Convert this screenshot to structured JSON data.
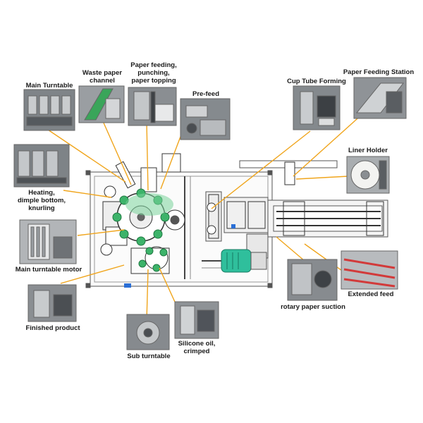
{
  "colors": {
    "leader": "#f0a51c",
    "machine_green": "#3db36a",
    "motor_teal": "#2fbf9c",
    "frame_line": "#555555",
    "photo_bg": "#8e9194"
  },
  "callouts": [
    {
      "id": "main-turntable",
      "label": "Main Turntable",
      "icon": "turntable-photo"
    },
    {
      "id": "waste-paper-channel",
      "label": "Waste paper\nchannel",
      "icon": "green-channel-photo"
    },
    {
      "id": "paper-feeding-punching-topping",
      "label": "Paper feeding,\npunching,\npaper topping",
      "icon": "punching-photo"
    },
    {
      "id": "pre-feed",
      "label": "Pre-feed",
      "icon": "prefeed-photo"
    },
    {
      "id": "cup-tube-forming",
      "label": "Cup Tube Forming",
      "icon": "tube-forming-photo"
    },
    {
      "id": "paper-feeding-station",
      "label": "Paper Feeding Station",
      "icon": "feeding-station-photo"
    },
    {
      "id": "liner-holder",
      "label": "Liner Holder",
      "icon": "paper-roll-photo"
    },
    {
      "id": "heating-dimple-knurling",
      "label": "Heating,\ndimple bottom,\nknurling",
      "icon": "heater-photo"
    },
    {
      "id": "main-turntable-motor",
      "label": "Main turntable motor",
      "icon": "motor-photo"
    },
    {
      "id": "extended-feed",
      "label": "Extended feed",
      "icon": "conveyor-photo"
    },
    {
      "id": "rotary-paper-suction",
      "label": "rotary paper suction",
      "icon": "suction-photo"
    },
    {
      "id": "finished-product",
      "label": "Finished product",
      "icon": "finished-photo"
    },
    {
      "id": "silicone-oil-crimped",
      "label": "Silicone oil,\ncrimped",
      "icon": "crimp-photo"
    },
    {
      "id": "sub-turntable",
      "label": "Sub turntable",
      "icon": "sub-turntable-photo"
    }
  ]
}
